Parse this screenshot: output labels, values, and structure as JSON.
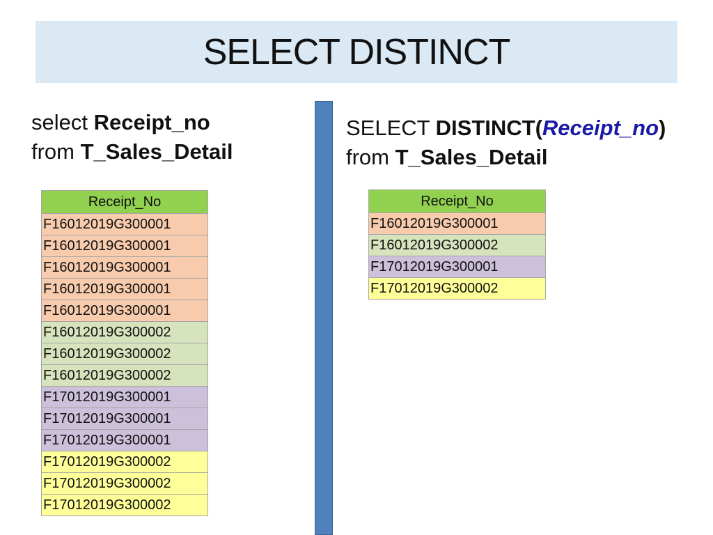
{
  "title": "SELECT DISTINCT",
  "left_query": {
    "line1_kw": "select ",
    "line1_col": "Receipt_no",
    "line2_kw": "from ",
    "line2_table": "T_Sales_Detail"
  },
  "right_query": {
    "line1_kw": "SELECT ",
    "line1_func": "DISTINCT(",
    "line1_col": "Receipt_no",
    "line1_close": ")",
    "line2_kw": "from ",
    "line2_table": "T_Sales_Detail"
  },
  "colors": {
    "header": "#92d050",
    "g1": "#f8cbad",
    "g2": "#d6e3bc",
    "g3": "#ccc0da",
    "g4": "#ffff99",
    "divider": "#4f81bd",
    "title_bg": "#dbe9f4"
  },
  "left_table": {
    "header": "Receipt_No",
    "rows": [
      {
        "value": "F16012019G300001",
        "group": "g1"
      },
      {
        "value": "F16012019G300001",
        "group": "g1"
      },
      {
        "value": "F16012019G300001",
        "group": "g1"
      },
      {
        "value": "F16012019G300001",
        "group": "g1"
      },
      {
        "value": "F16012019G300001",
        "group": "g1"
      },
      {
        "value": "F16012019G300002",
        "group": "g2"
      },
      {
        "value": "F16012019G300002",
        "group": "g2"
      },
      {
        "value": "F16012019G300002",
        "group": "g2"
      },
      {
        "value": "F17012019G300001",
        "group": "g3"
      },
      {
        "value": "F17012019G300001",
        "group": "g3"
      },
      {
        "value": "F17012019G300001",
        "group": "g3"
      },
      {
        "value": "F17012019G300002",
        "group": "g4"
      },
      {
        "value": "F17012019G300002",
        "group": "g4"
      },
      {
        "value": "F17012019G300002",
        "group": "g4"
      }
    ]
  },
  "right_table": {
    "header": "Receipt_No",
    "rows": [
      {
        "value": "F16012019G300001",
        "group": "g1"
      },
      {
        "value": "F16012019G300002",
        "group": "g2"
      },
      {
        "value": "F17012019G300001",
        "group": "g3"
      },
      {
        "value": "F17012019G300002",
        "group": "g4"
      }
    ]
  }
}
